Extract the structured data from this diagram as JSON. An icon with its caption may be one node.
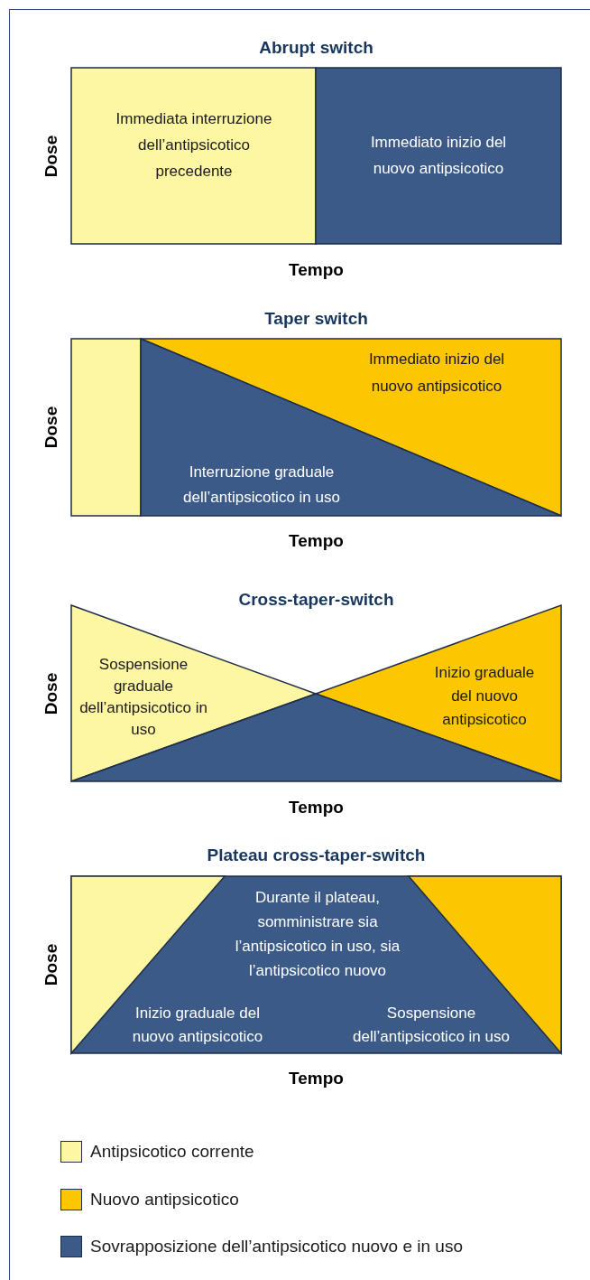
{
  "diagram": {
    "nodes": [
      {
        "text": [
          "Abrupt switch"
        ],
        "beside": [
          "Dose",
          "Tempo"
        ]
      },
      {
        "text": [
          "Immediata interruzione dell’antipsicotico precedente"
        ],
        "in": 0
      },
      {
        "text": [
          "Immediato inizio del nuovo antipsicotico"
        ],
        "in": 0
      },
      {
        "text": [
          "Taper switch"
        ],
        "beside": [
          "Dose",
          "Tempo"
        ]
      },
      {
        "text": [],
        "shape": "bar",
        "in": 3
      },
      {
        "text": [
          "Immediato inizio del nuovo antipsicotico"
        ],
        "in": 3
      },
      {
        "text": [
          "Interruzione graduale dell’antipsicotico in uso"
        ],
        "in": 3
      },
      {
        "text": [
          "Cross-taper-switch"
        ],
        "beside": [
          "Dose",
          "Tempo"
        ]
      },
      {
        "text": [
          "Sospensione graduale dell’antipsicotico in uso"
        ],
        "in": 7
      },
      {
        "text": [
          "Inizio graduale del nuovo antipsicotico"
        ],
        "in": 7
      },
      {
        "text": [],
        "shape": "triangle",
        "in": 7
      },
      {
        "text": [
          "Plateau cross-taper-switch"
        ],
        "beside": [
          "Dose",
          "Tempo"
        ]
      },
      {
        "text": [
          "Durante il plateau, somministrare sia l’antipsicotico in uso, sia l’antipsicotico nuovo",
          "Inizio graduale del nuovo antipsicotico",
          "Sospensione dell’antipsicotico in uso"
        ],
        "in": 11
      },
      {
        "text": [],
        "shape": "triangle",
        "in": 12
      },
      {
        "text": [],
        "shape": "triangle",
        "in": 12
      }
    ],
    "edges": [],
    "legend": [
      {
        "text": "Antipsicotico corrente",
        "color": "#fdf6a3"
      },
      {
        "text": "Nuovo antipsicotico",
        "color": "#fcc600"
      },
      {
        "text": "Sovrapposizione dell’antipsicotico nuovo e in uso",
        "color": "#3b5a87"
      }
    ]
  }
}
